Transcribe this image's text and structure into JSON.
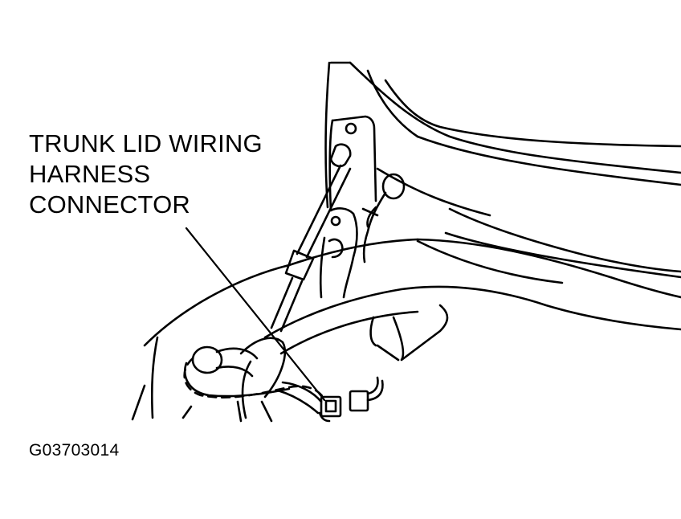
{
  "callout": {
    "line1": "TRUNK LID WIRING",
    "line2": "HARNESS",
    "line3": "CONNECTOR"
  },
  "figure_id": "G03703014",
  "colors": {
    "ink": "#000000",
    "paper": "#ffffff"
  }
}
